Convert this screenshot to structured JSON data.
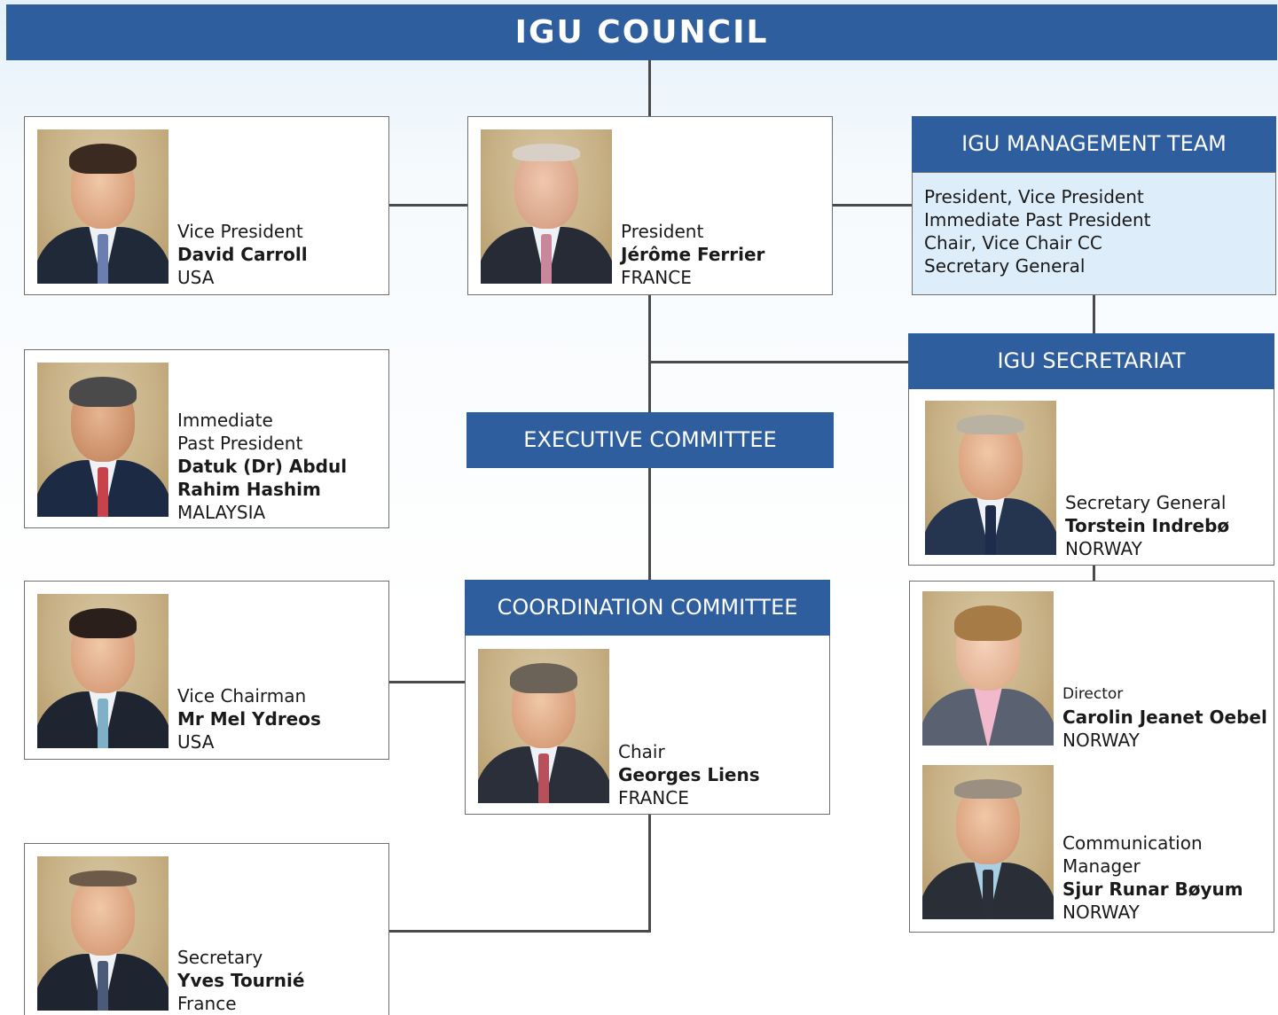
{
  "header": {
    "title": "IGU COUNCIL"
  },
  "colors": {
    "brand_blue": "#2f5e9e",
    "panel_light_blue": "#ddeefa",
    "connector": "#4a4a4a"
  },
  "management_team": {
    "title": "IGU MANAGEMENT TEAM",
    "lines": [
      "President, Vice President",
      "Immediate Past President",
      "Chair, Vice Chair CC",
      "Secretary General"
    ]
  },
  "executive_committee": {
    "title": "EXECUTIVE COMMITTEE"
  },
  "coordination_committee": {
    "title": "COORDINATION COMMITTEE"
  },
  "secretariat": {
    "title": "IGU SECRETARIAT"
  },
  "people": {
    "vice_president": {
      "role": "Vice President",
      "name": "David Carroll",
      "country": "USA"
    },
    "president": {
      "role": "President",
      "name": "Jérôme Ferrier",
      "country": "FRANCE"
    },
    "past_president": {
      "role_line1": "Immediate",
      "role_line2": "Past President",
      "name_line1": "Datuk (Dr) Abdul",
      "name_line2": "Rahim Hashim",
      "country": "MALAYSIA"
    },
    "vice_chairman": {
      "role": "Vice Chairman",
      "name": "Mr Mel Ydreos",
      "country": "USA"
    },
    "chair": {
      "role": "Chair",
      "name": "Georges Liens",
      "country": "FRANCE"
    },
    "secretary": {
      "role": "Secretary",
      "name": "Yves Tournié",
      "country": "France"
    },
    "secretary_general": {
      "role": "Secretary General",
      "name": "Torstein Indrebø",
      "country": "NORWAY"
    },
    "director": {
      "role": "Director",
      "name": "Carolin Jeanet Oebel",
      "country": "NORWAY"
    },
    "communication_manager": {
      "role_line1": "Communication",
      "role_line2": "Manager",
      "name": "Sjur Runar Bøyum",
      "country": "NORWAY"
    }
  }
}
